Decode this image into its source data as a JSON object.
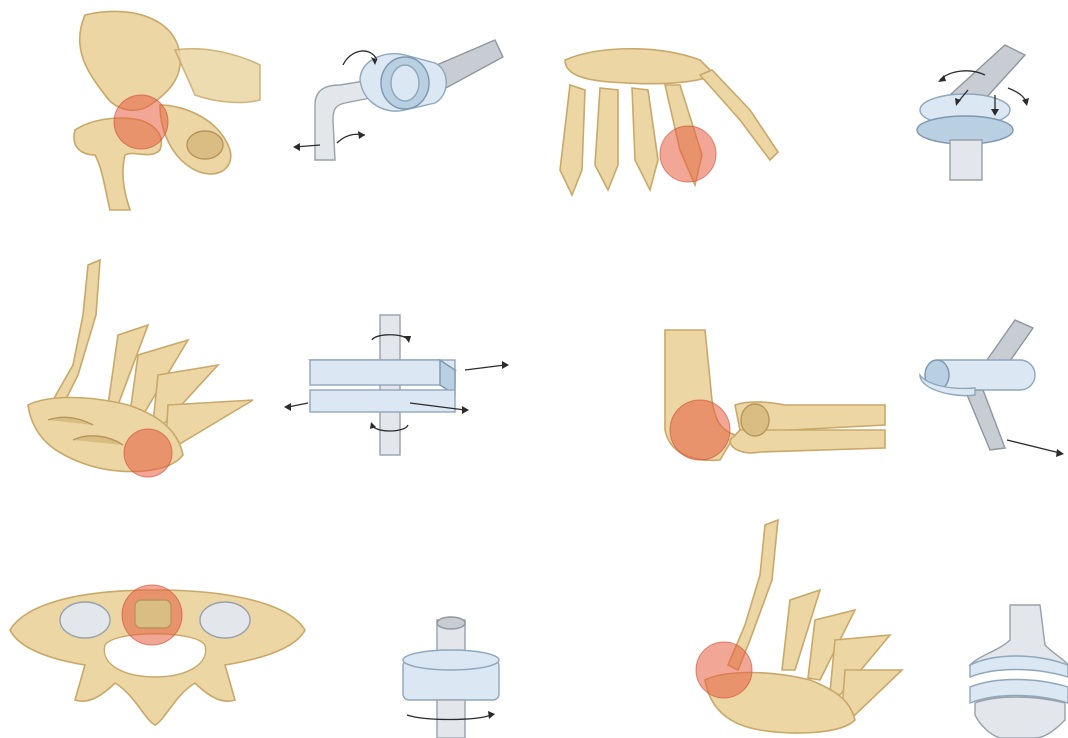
{
  "figure": {
    "captions": [],
    "colors": {
      "bone": "#ecd6a4",
      "bone_outline": "#c9a869",
      "joint_highlight": "#e75c3e",
      "model_blue": "#dbe8f3",
      "model_gray": "#c7cdd3",
      "arrow": "#2b2b2b",
      "background": "#ffffff"
    },
    "panels": [
      {
        "row": 1,
        "anatomy": "hip-joint",
        "model": "ball-and-socket-model"
      },
      {
        "row": 1,
        "anatomy": "hand-metacarpophalangeal-joint",
        "model": "condyloid-model"
      },
      {
        "row": 2,
        "anatomy": "hand-carpal-joint",
        "model": "plane-gliding-model"
      },
      {
        "row": 2,
        "anatomy": "elbow-joint",
        "model": "hinge-model"
      },
      {
        "row": 3,
        "anatomy": "atlas-axis-vertebra",
        "model": "pivot-model"
      },
      {
        "row": 3,
        "anatomy": "thumb-carpometacarpal-joint",
        "model": "saddle-model"
      }
    ]
  }
}
